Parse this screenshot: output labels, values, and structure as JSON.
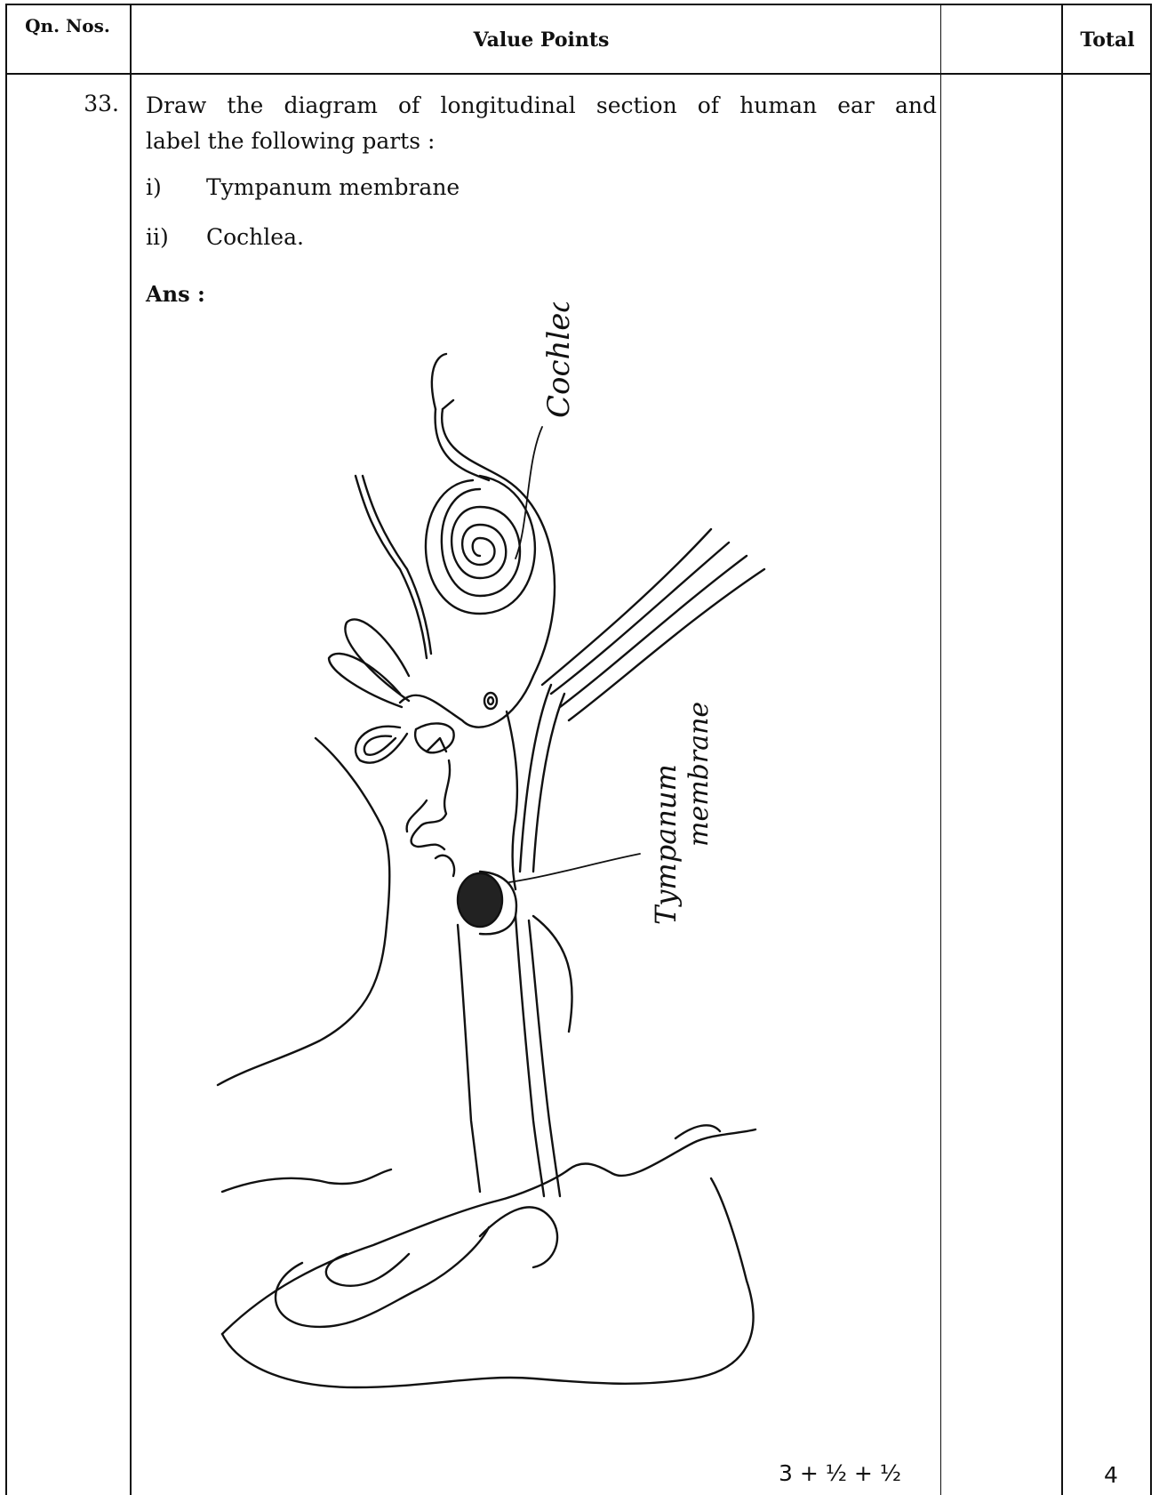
{
  "header": {
    "qn_nos": "Qn. Nos.",
    "value_points": "Value Points",
    "total": "Total"
  },
  "question": {
    "number": "33.",
    "text_line1": "Draw the diagram of longitudinal section of human ear and",
    "text_line2": "label the following parts :",
    "items": [
      {
        "roman": "i)",
        "label": "Tympanum membrane"
      },
      {
        "roman": "ii)",
        "label": "Cochlea."
      }
    ],
    "answer_label": "Ans :"
  },
  "diagram": {
    "labels": {
      "cochlea": "Cochlea",
      "tympanum": "Tympanum",
      "membrane": "membrane"
    }
  },
  "marks": {
    "breakdown": "3 + ½  + ½",
    "total": "4"
  }
}
